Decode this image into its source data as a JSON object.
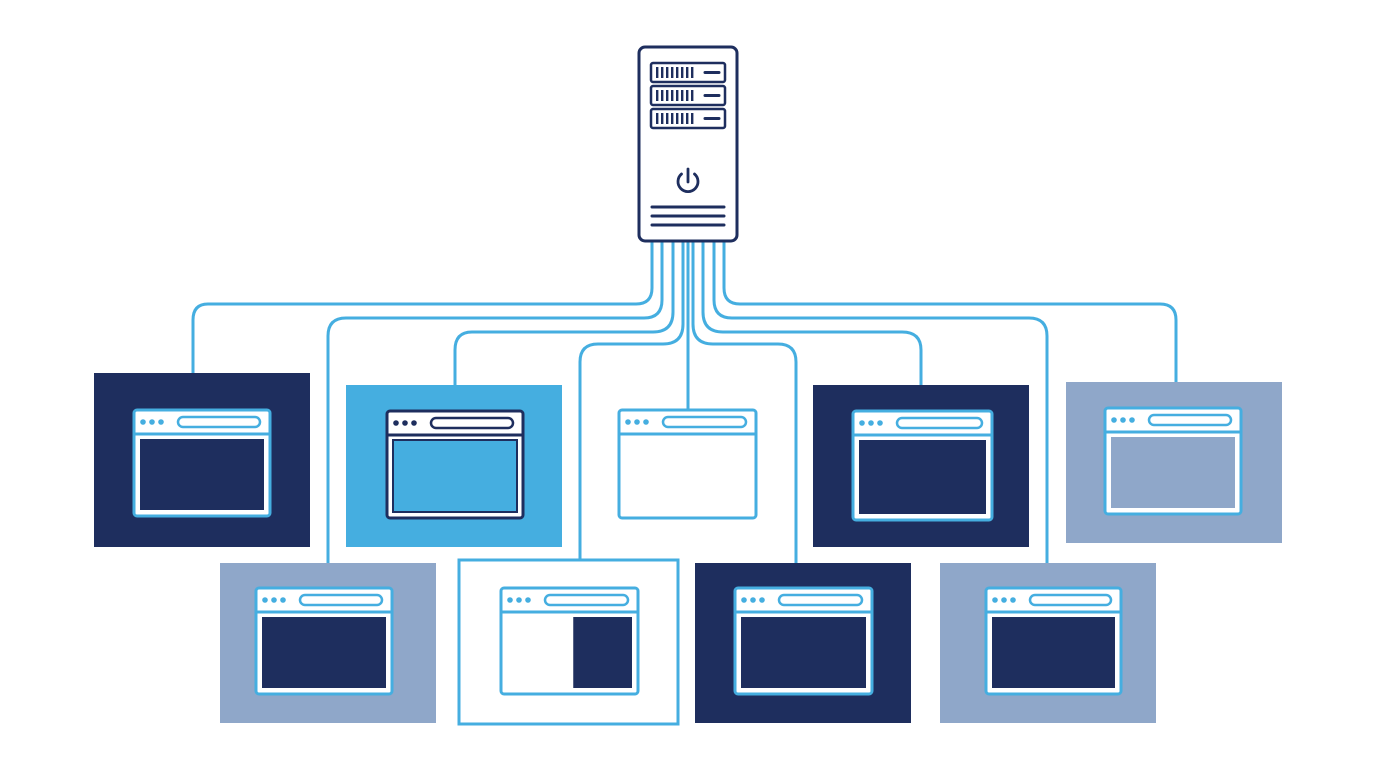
{
  "colors": {
    "background": "#ffffff",
    "server_stroke": "#1e2e5e",
    "connector": "#45aee0",
    "navy": "#1e2e5e",
    "sky": "#45aee0",
    "slate": "#8fa7c9",
    "white": "#ffffff",
    "window_outline_light": "#45aee0",
    "window_outline_dark": "#1e2e5e"
  },
  "server": {
    "icon": "server-tower-icon",
    "drive_bays": 3,
    "power_icon": "power-icon",
    "vent_lines": 3
  },
  "clients": [
    {
      "id": "client-1",
      "tile_color": "navy",
      "window_outline": "light",
      "screen_fill": "navy",
      "icon": "browser-window-icon"
    },
    {
      "id": "client-2",
      "tile_color": "sky",
      "window_outline": "dark",
      "screen_fill": "sky",
      "icon": "browser-window-icon"
    },
    {
      "id": "client-3",
      "tile_color": "white",
      "window_outline": "light",
      "screen_fill": "white",
      "icon": "browser-window-icon"
    },
    {
      "id": "client-4",
      "tile_color": "navy",
      "window_outline": "light",
      "screen_fill": "navy",
      "icon": "browser-window-icon"
    },
    {
      "id": "client-5",
      "tile_color": "slate",
      "window_outline": "light",
      "screen_fill": "slate",
      "icon": "browser-window-icon"
    },
    {
      "id": "client-6",
      "tile_color": "slate",
      "window_outline": "light",
      "screen_fill": "navy",
      "icon": "browser-window-icon"
    },
    {
      "id": "client-7",
      "tile_color": "white",
      "window_outline": "light",
      "screen_fill": "split",
      "icon": "browser-window-icon"
    },
    {
      "id": "client-8",
      "tile_color": "navy",
      "window_outline": "light",
      "screen_fill": "navy",
      "icon": "browser-window-icon"
    },
    {
      "id": "client-9",
      "tile_color": "slate",
      "window_outline": "light",
      "screen_fill": "navy",
      "icon": "browser-window-icon"
    }
  ]
}
